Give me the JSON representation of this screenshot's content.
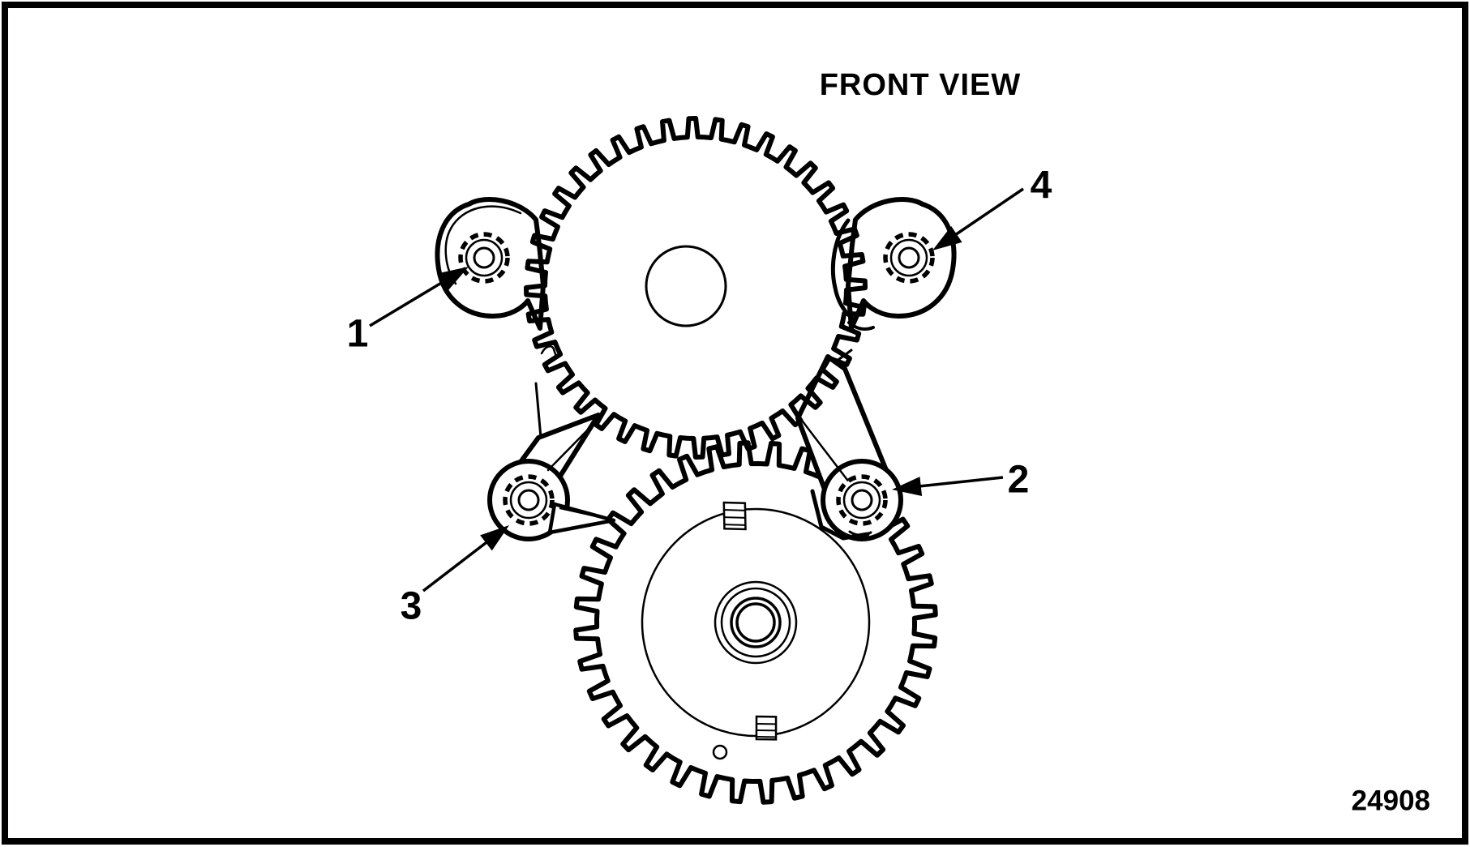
{
  "title": "FRONT VIEW",
  "figure_number": "24908",
  "colors": {
    "line": "#000000",
    "background": "#ffffff"
  },
  "callouts": [
    {
      "label": "1",
      "target": "upper-left retainer bolt"
    },
    {
      "label": "2",
      "target": "lower-right retainer bolt"
    },
    {
      "label": "3",
      "target": "lower-left retainer bolt"
    },
    {
      "label": "4",
      "target": "upper-right retainer bolt"
    }
  ],
  "gears": {
    "upper": {
      "teeth": 40
    },
    "lower": {
      "teeth": 36
    }
  }
}
